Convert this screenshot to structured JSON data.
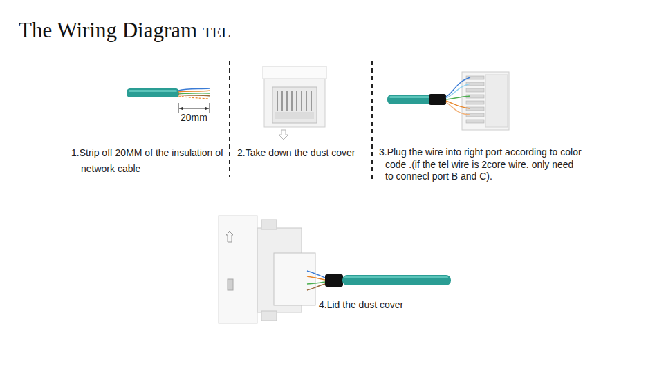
{
  "diagram": {
    "title": "The Wiring Diagram",
    "labels": [
      "TEL",
      "20mm",
      "1.Strip off 20MM of the insulation of network cable",
      "2.Take down the dust cover",
      "3.Plug the wire into right port according to color  code .(if the tel wire is 2core wire. only need to connecl port B and C).",
      "4.Lid the dust cover"
    ]
  }
}
